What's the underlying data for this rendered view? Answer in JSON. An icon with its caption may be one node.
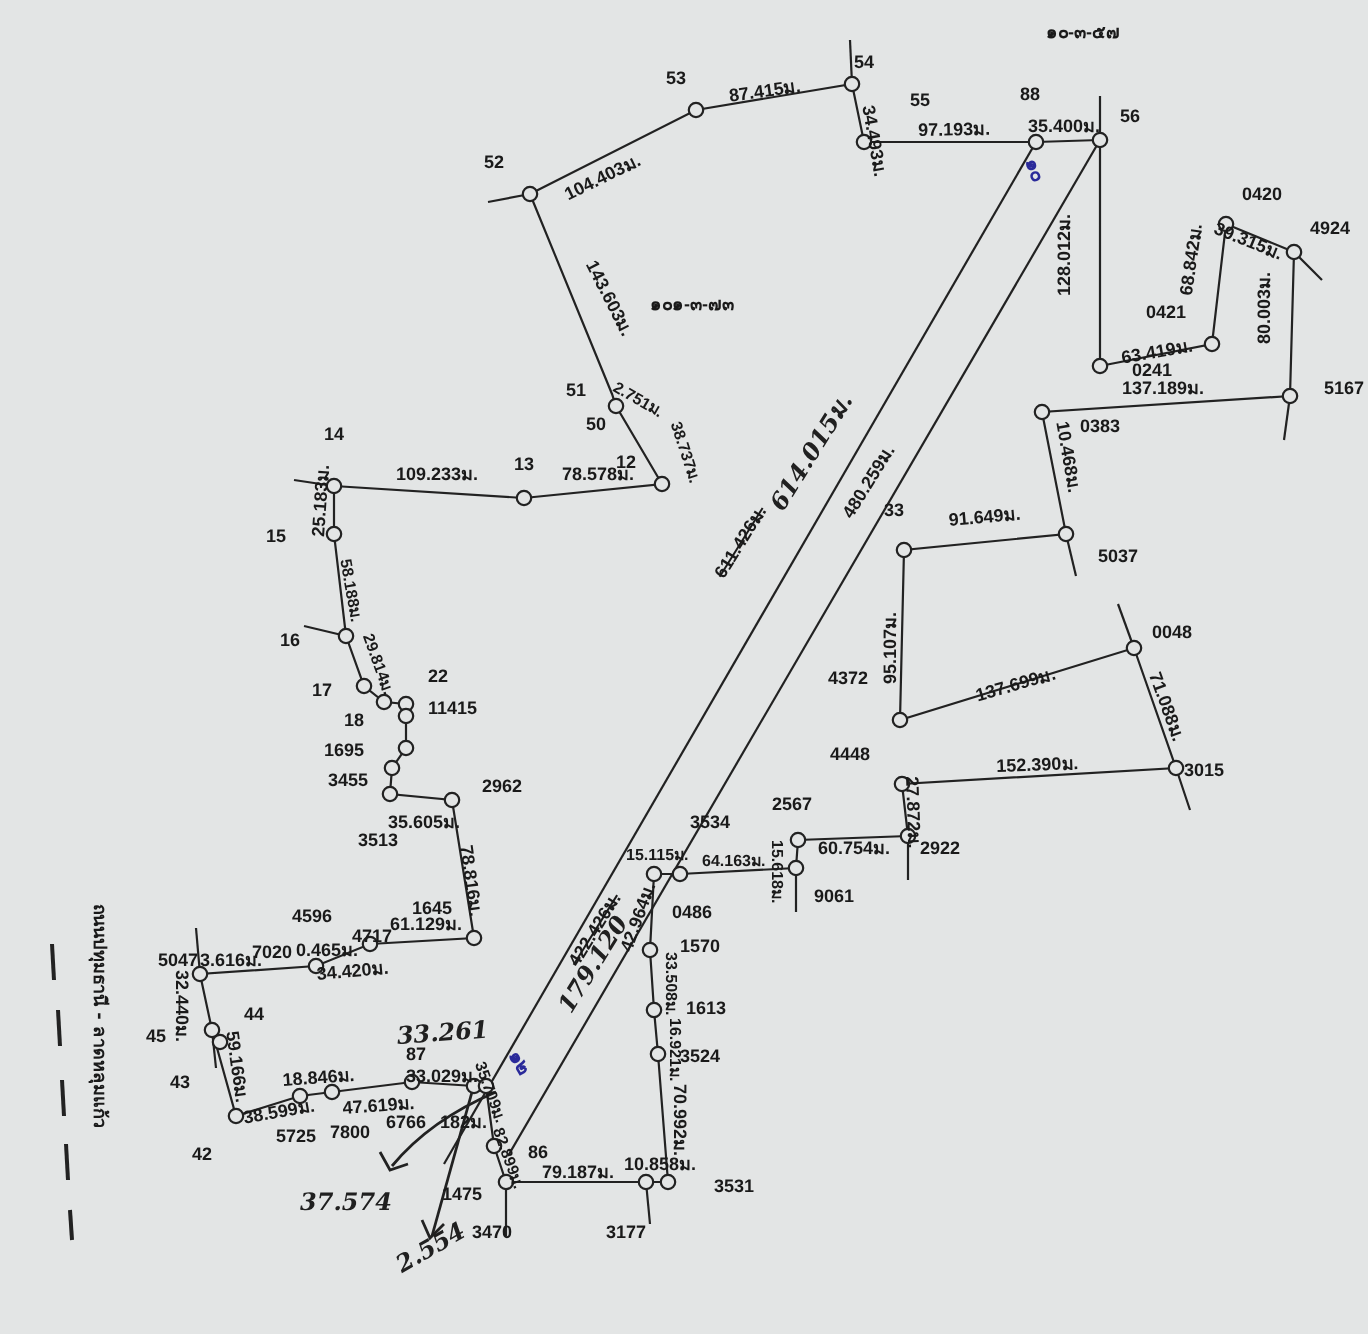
{
  "diagram": {
    "labels": [
      "๑๐-๓-๕๗",
      "53",
      "54",
      "87.415ม.",
      "55",
      "88",
      "34.493ม.",
      "56",
      "97.193ม.",
      "35.400ม.",
      "52",
      "๑๐",
      "104.403ม.",
      "0420",
      "39.315ม.",
      "4924",
      "143.603ม.",
      "๑๐๑-๓-๗๓",
      "128.012ม.",
      "0421",
      "68.842ม.",
      "63.419ม.",
      "80.003ม.",
      "0241",
      "51",
      "2.751ม.",
      "137.189ม.",
      "5167",
      "38.737ม.",
      "50",
      "10.468ม.",
      "0383",
      "14",
      "109.233ม.",
      "13",
      "78.578ม.",
      "12",
      "614.015ม.",
      "480.259ม.",
      "33",
      "91.649ม.",
      "15",
      "25.183ม.",
      "5037",
      "58.188ม.",
      "611.426ม.",
      "16",
      "29.814ม.",
      "0048",
      "22",
      "4372",
      "71.088ม.",
      "17",
      "95.107ม.",
      "137.699ม.",
      "18",
      "11415",
      "1695",
      "4448",
      "152.390ม.",
      "3015",
      "3455",
      "2962",
      "27.872ม.",
      "2567",
      "35.605ม.",
      "3513",
      "3534",
      "15.618ม.",
      "60.754ม.",
      "2922",
      "78.816ม.",
      "15.115ม.",
      "64.163ม.",
      "9061",
      "ถนนปทุมธานี - ลาดหลุมแก้ว",
      "4596",
      "1645",
      "0486",
      "61.129ม.",
      "4717",
      "5047",
      "3.616ม.",
      "32.440ม.",
      "7020",
      "0.465ม.",
      "34.420ม.",
      "422.426ม.",
      "42.964ม.",
      "33.508ม.",
      "1570",
      "44",
      "179.120",
      "1613",
      "33.261",
      "16.921ม.",
      "45",
      "59.166ม.",
      "87",
      "43",
      "18.846ม.",
      "47.619ม.",
      "33.029ม.",
      "35.709ม.",
      "๑๒",
      "3524",
      "70.992ม.",
      "38.599ม.",
      "6766",
      "182ม.",
      "5725",
      "7800",
      "42",
      "82.899ม.",
      "86",
      "79.187ม.",
      "10.858ม.",
      "37.574",
      "1475",
      "3531",
      "3470",
      "3177",
      "2.554"
    ]
  }
}
